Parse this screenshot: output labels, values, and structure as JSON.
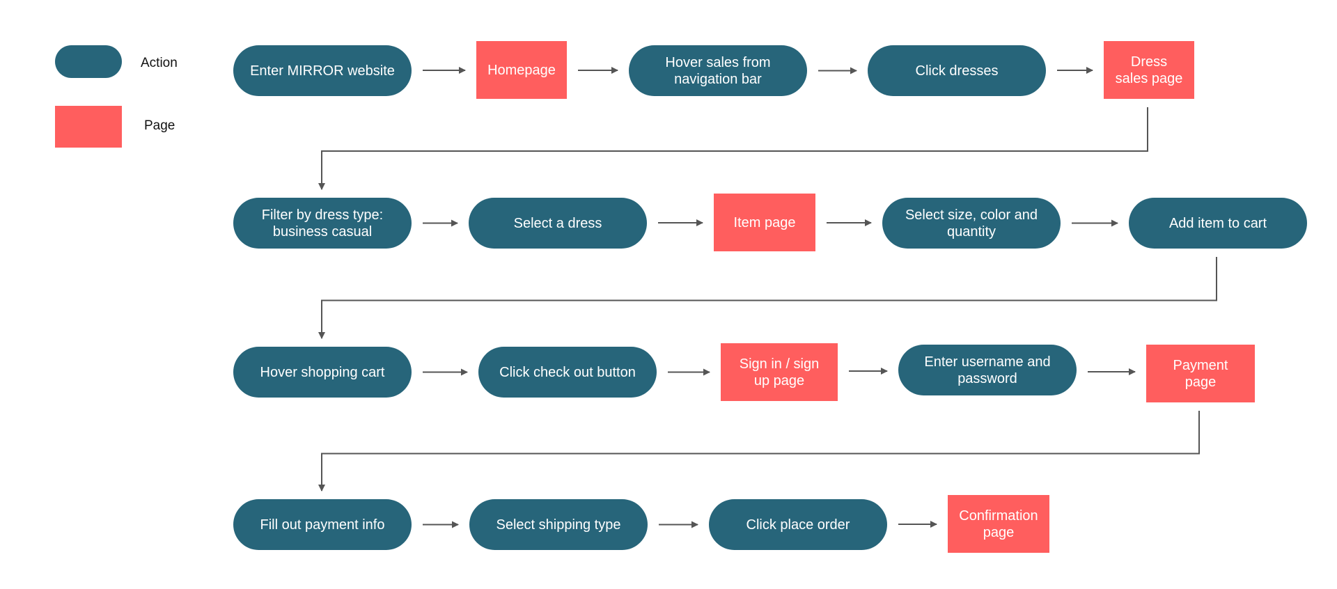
{
  "colors": {
    "action": "#27657A",
    "page": "#FF5E5E",
    "connector": "#555555"
  },
  "legend": {
    "action_label": "Action",
    "page_label": "Page"
  },
  "nodes": [
    {
      "id": "n1",
      "type": "action",
      "label": "Enter MIRROR website"
    },
    {
      "id": "n2",
      "type": "page",
      "label": "Homepage"
    },
    {
      "id": "n3",
      "type": "action",
      "label": "Hover sales from navigation bar"
    },
    {
      "id": "n4",
      "type": "action",
      "label": "Click dresses"
    },
    {
      "id": "n5",
      "type": "page",
      "label": "Dress sales page"
    },
    {
      "id": "n6",
      "type": "action",
      "label": "Filter by dress type: business casual"
    },
    {
      "id": "n7",
      "type": "action",
      "label": "Select a dress"
    },
    {
      "id": "n8",
      "type": "page",
      "label": "Item page"
    },
    {
      "id": "n9",
      "type": "action",
      "label": "Select size, color and quantity"
    },
    {
      "id": "n10",
      "type": "action",
      "label": "Add item to cart"
    },
    {
      "id": "n11",
      "type": "action",
      "label": "Hover shopping cart"
    },
    {
      "id": "n12",
      "type": "action",
      "label": "Click check out button"
    },
    {
      "id": "n13",
      "type": "page",
      "label": "Sign in / sign up page"
    },
    {
      "id": "n14",
      "type": "action",
      "label": "Enter username and password"
    },
    {
      "id": "n15",
      "type": "page",
      "label": "Payment page"
    },
    {
      "id": "n16",
      "type": "action",
      "label": "Fill out payment info"
    },
    {
      "id": "n17",
      "type": "action",
      "label": "Select shipping type"
    },
    {
      "id": "n18",
      "type": "action",
      "label": "Click place order"
    },
    {
      "id": "n19",
      "type": "page",
      "label": "Confirmation page"
    }
  ],
  "edges": [
    [
      "n1",
      "n2"
    ],
    [
      "n2",
      "n3"
    ],
    [
      "n3",
      "n4"
    ],
    [
      "n4",
      "n5"
    ],
    [
      "n5",
      "n6"
    ],
    [
      "n6",
      "n7"
    ],
    [
      "n7",
      "n8"
    ],
    [
      "n8",
      "n9"
    ],
    [
      "n9",
      "n10"
    ],
    [
      "n10",
      "n11"
    ],
    [
      "n11",
      "n12"
    ],
    [
      "n12",
      "n13"
    ],
    [
      "n13",
      "n14"
    ],
    [
      "n14",
      "n15"
    ],
    [
      "n15",
      "n16"
    ],
    [
      "n16",
      "n17"
    ],
    [
      "n17",
      "n18"
    ],
    [
      "n18",
      "n19"
    ]
  ]
}
